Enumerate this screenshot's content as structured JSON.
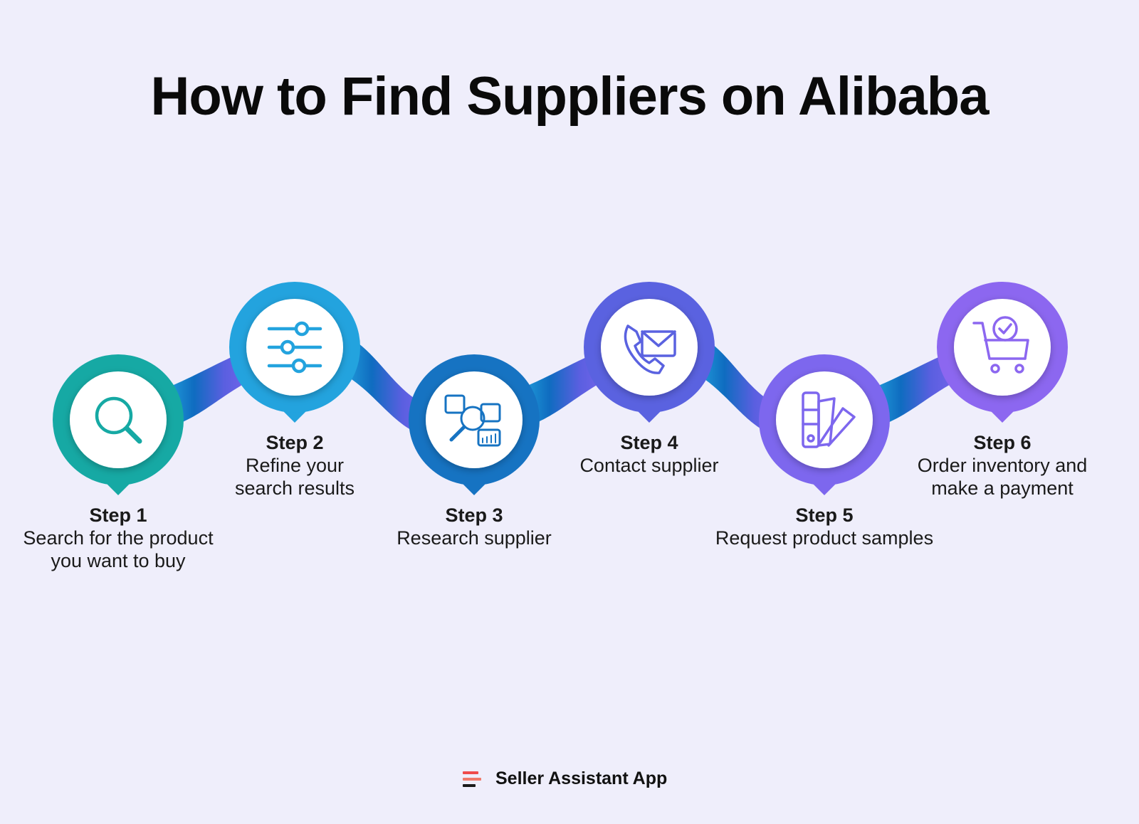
{
  "title": "How to Find Suppliers on Alibaba",
  "steps": [
    {
      "label": "Step 1",
      "desc": "Search for the product\nyou want to buy",
      "icon": "search-icon",
      "color": "#16a9a4"
    },
    {
      "label": "Step 2",
      "desc": "Refine your\nsearch results",
      "icon": "sliders-icon",
      "color": "#23a3de"
    },
    {
      "label": "Step 3",
      "desc": "Research supplier",
      "icon": "research-supplier-icon",
      "color": "#1673c2"
    },
    {
      "label": "Step 4",
      "desc": "Contact supplier",
      "icon": "phone-mail-icon",
      "color": "#5a62e0"
    },
    {
      "label": "Step 5",
      "desc": "Request product samples",
      "icon": "swatch-icon",
      "color": "#7d67ee"
    },
    {
      "label": "Step 6",
      "desc": "Order inventory and\nmake a payment",
      "icon": "cart-check-icon",
      "color": "#8c67f0"
    }
  ],
  "brand": {
    "name": "Seller Assistant App",
    "logo_colors": [
      "#ef4b4b",
      "#f07a6a",
      "#1a1a1a"
    ]
  }
}
